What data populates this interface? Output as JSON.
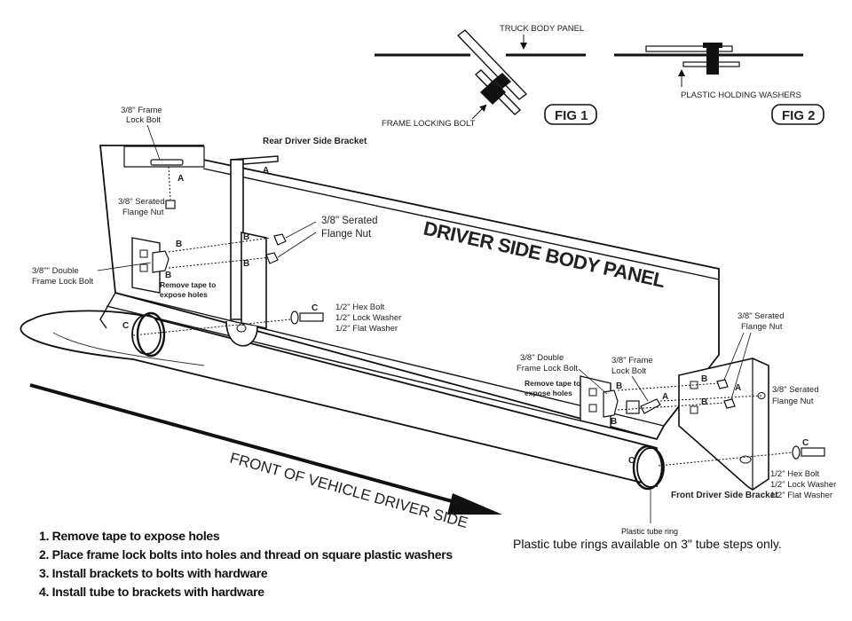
{
  "fig1": {
    "label": "FIG 1",
    "truck_body_panel": "TRUCK BODY PANEL",
    "frame_locking_bolt": "FRAME LOCKING BOLT"
  },
  "fig2": {
    "label": "FIG 2",
    "plastic_holding_washers": "PLASTIC HOLDING WASHERS"
  },
  "panel_title": "DRIVER SIDE BODY PANEL",
  "rear": {
    "bracket_title": "Rear Driver Side Bracket",
    "frame_lock_bolt": [
      "3/8\" Frame",
      "Lock Bolt"
    ],
    "serrated_flange_nut_small": [
      "3/8\" Serated",
      "Flange Nut"
    ],
    "serrated_flange_nut_big": [
      "3/8\" Serated",
      "Flange Nut"
    ],
    "double_frame_lock_bolt": [
      "3/8\"\" Double",
      "Frame Lock Bolt"
    ],
    "remove_tape": [
      "Remove tape to",
      "expose holes"
    ],
    "hex_hardware": [
      "1/2\" Hex Bolt",
      "1/2\" Lock Washer",
      "1/2\" Flat Washer"
    ]
  },
  "front_side": {
    "bracket_title": "Front Driver Side Bracket",
    "double_frame_lock_bolt": [
      "3/8\" Double",
      "Frame Lock Bolt"
    ],
    "frame_lock_bolt": [
      "3/8\" Frame",
      "Lock Bolt"
    ],
    "serrated_flange_nut_top": [
      "3/8\" Serated",
      "Flange Nut"
    ],
    "serrated_flange_nut_right": [
      "3/8\" Serated",
      "Flange Nut"
    ],
    "remove_tape": [
      "Remove tape to",
      "expose holes"
    ],
    "hex_hardware": [
      "1/2\" Hex Bolt",
      "1/2\" Lock Washer",
      "1/2\" Flat Washer"
    ]
  },
  "callout_letters": {
    "a": "A",
    "b": "B",
    "c": "C"
  },
  "front_of_vehicle": "FRONT OF VEHICLE DRIVER SIDE",
  "plastic_tube_ring": "Plastic tube ring",
  "tube_ring_note": "Plastic tube rings available on 3\" tube steps only.",
  "steps": [
    "1. Remove tape to expose holes",
    "2. Place  frame lock bolts into holes and thread on square plastic washers",
    "3. Install brackets to bolts with hardware",
    "4. Install tube to brackets with hardware"
  ]
}
